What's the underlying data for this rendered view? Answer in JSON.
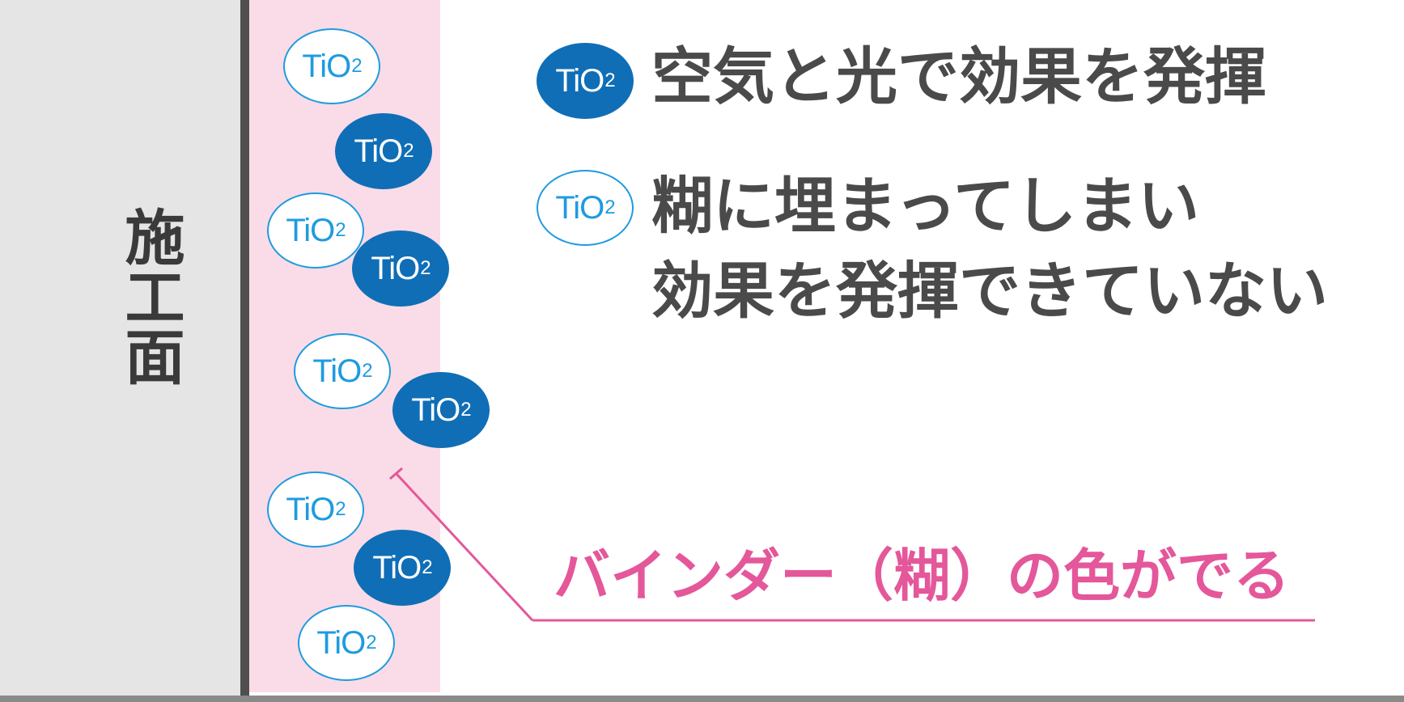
{
  "wall": {
    "label": "施工面"
  },
  "particle": {
    "symbol": "TiO",
    "subscript": "2"
  },
  "legend": {
    "active": {
      "text": "空気と光で効果を発揮"
    },
    "embedded": {
      "line1": "糊に埋まってしまい",
      "line2": "効果を発揮できていない"
    }
  },
  "binder_label": "バインダー（糊）の色がでる",
  "colors": {
    "wall": "#e5e5e5",
    "binder": "#f9dce7",
    "active_particle": "#0f6eb6",
    "embedded_particle": "#1e9be0",
    "text": "#4a4a4a",
    "accent": "#e4579a"
  }
}
